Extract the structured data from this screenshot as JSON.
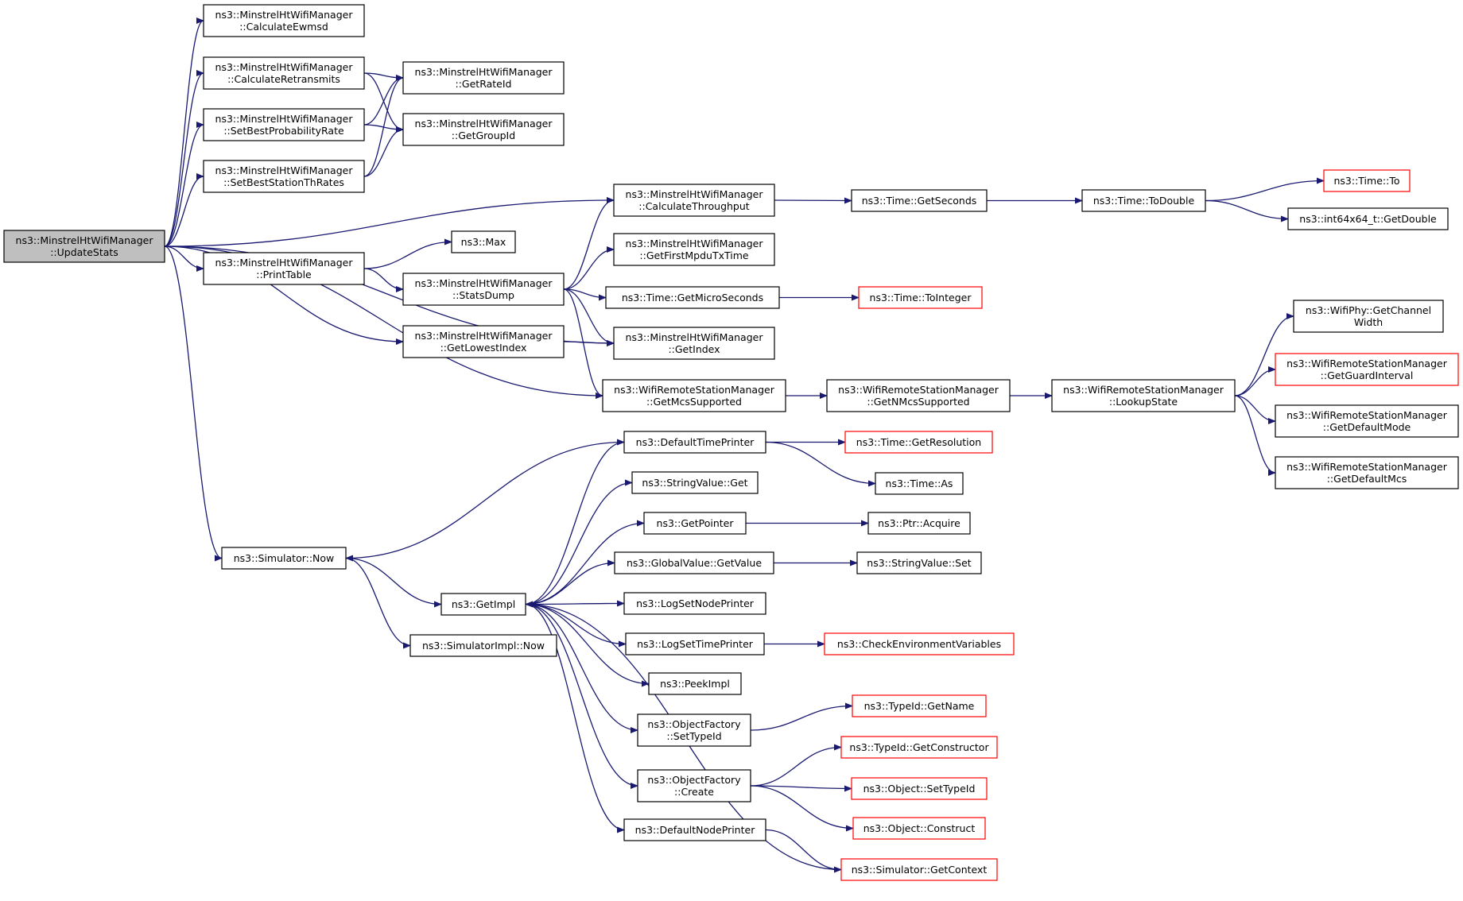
{
  "colors": {
    "edge": "#191970",
    "box_border": "#000000",
    "truncated_border": "#ff0000",
    "root_fill": "#bfbfbf",
    "fill": "#ffffff"
  },
  "nodes": [
    {
      "id": "updateStats",
      "lines": [
        "ns3::MinstrelHtWifiManager",
        "::UpdateStats"
      ],
      "root": true
    },
    {
      "id": "calcEwmsd",
      "lines": [
        "ns3::MinstrelHtWifiManager",
        "::CalculateEwmsd"
      ]
    },
    {
      "id": "calcRetransmits",
      "lines": [
        "ns3::MinstrelHtWifiManager",
        "::CalculateRetransmits"
      ]
    },
    {
      "id": "setBestProb",
      "lines": [
        "ns3::MinstrelHtWifiManager",
        "::SetBestProbabilityRate"
      ]
    },
    {
      "id": "setBestStation",
      "lines": [
        "ns3::MinstrelHtWifiManager",
        "::SetBestStationThRates"
      ]
    },
    {
      "id": "getRateId",
      "lines": [
        "ns3::MinstrelHtWifiManager",
        "::GetRateId"
      ]
    },
    {
      "id": "getGroupId",
      "lines": [
        "ns3::MinstrelHtWifiManager",
        "::GetGroupId"
      ]
    },
    {
      "id": "calcThroughput",
      "lines": [
        "ns3::MinstrelHtWifiManager",
        "::CalculateThroughput"
      ]
    },
    {
      "id": "timeGetSeconds",
      "lines": [
        "ns3::Time::GetSeconds"
      ]
    },
    {
      "id": "timeToDouble",
      "lines": [
        "ns3::Time::ToDouble"
      ]
    },
    {
      "id": "timeTo",
      "lines": [
        "ns3::Time::To"
      ],
      "truncated": true
    },
    {
      "id": "int64GetDouble",
      "lines": [
        "ns3::int64x64_t::GetDouble"
      ]
    },
    {
      "id": "printTable",
      "lines": [
        "ns3::MinstrelHtWifiManager",
        "::PrintTable"
      ]
    },
    {
      "id": "max",
      "lines": [
        "ns3::Max"
      ]
    },
    {
      "id": "statsDump",
      "lines": [
        "ns3::MinstrelHtWifiManager",
        "::StatsDump"
      ]
    },
    {
      "id": "getFirstMpdu",
      "lines": [
        "ns3::MinstrelHtWifiManager",
        "::GetFirstMpduTxTime"
      ]
    },
    {
      "id": "getMicroSeconds",
      "lines": [
        "ns3::Time::GetMicroSeconds"
      ]
    },
    {
      "id": "timeToInteger",
      "lines": [
        "ns3::Time::ToInteger"
      ],
      "truncated": true
    },
    {
      "id": "getLowestIndex",
      "lines": [
        "ns3::MinstrelHtWifiManager",
        "::GetLowestIndex"
      ]
    },
    {
      "id": "getIndex",
      "lines": [
        "ns3::MinstrelHtWifiManager",
        "::GetIndex"
      ]
    },
    {
      "id": "getMcsSupported",
      "lines": [
        "ns3::WifiRemoteStationManager",
        "::GetMcsSupported"
      ]
    },
    {
      "id": "getNMcsSupported",
      "lines": [
        "ns3::WifiRemoteStationManager",
        "::GetNMcsSupported"
      ]
    },
    {
      "id": "lookupState",
      "lines": [
        "ns3::WifiRemoteStationManager",
        "::LookupState"
      ]
    },
    {
      "id": "getChannelWidth",
      "lines": [
        "ns3::WifiPhy::GetChannel",
        "Width"
      ]
    },
    {
      "id": "getGuardInterval",
      "lines": [
        "ns3::WifiRemoteStationManager",
        "::GetGuardInterval"
      ],
      "truncated": true
    },
    {
      "id": "getDefaultMode",
      "lines": [
        "ns3::WifiRemoteStationManager",
        "::GetDefaultMode"
      ]
    },
    {
      "id": "getDefaultMcs",
      "lines": [
        "ns3::WifiRemoteStationManager",
        "::GetDefaultMcs"
      ]
    },
    {
      "id": "simulatorNow",
      "lines": [
        "ns3::Simulator::Now"
      ]
    },
    {
      "id": "getImpl",
      "lines": [
        "ns3::GetImpl"
      ]
    },
    {
      "id": "simulatorImplNow",
      "lines": [
        "ns3::SimulatorImpl::Now"
      ]
    },
    {
      "id": "defaultTimePrinter",
      "lines": [
        "ns3::DefaultTimePrinter"
      ]
    },
    {
      "id": "timeGetResolution",
      "lines": [
        "ns3::Time::GetResolution"
      ],
      "truncated": true
    },
    {
      "id": "timeAs",
      "lines": [
        "ns3::Time::As"
      ]
    },
    {
      "id": "stringValueGet",
      "lines": [
        "ns3::StringValue::Get"
      ]
    },
    {
      "id": "getPointer",
      "lines": [
        "ns3::GetPointer"
      ]
    },
    {
      "id": "ptrAcquire",
      "lines": [
        "ns3::Ptr::Acquire"
      ]
    },
    {
      "id": "globalValueGetValue",
      "lines": [
        "ns3::GlobalValue::GetValue"
      ]
    },
    {
      "id": "stringValueSet",
      "lines": [
        "ns3::StringValue::Set"
      ]
    },
    {
      "id": "logSetNodePrinter",
      "lines": [
        "ns3::LogSetNodePrinter"
      ]
    },
    {
      "id": "logSetTimePrinter",
      "lines": [
        "ns3::LogSetTimePrinter"
      ]
    },
    {
      "id": "checkEnvVars",
      "lines": [
        "ns3::CheckEnvironmentVariables"
      ],
      "truncated": true
    },
    {
      "id": "peekImpl",
      "lines": [
        "ns3::PeekImpl"
      ]
    },
    {
      "id": "ofSetTypeId",
      "lines": [
        "ns3::ObjectFactory",
        "::SetTypeId"
      ]
    },
    {
      "id": "typeIdGetName",
      "lines": [
        "ns3::TypeId::GetName"
      ],
      "truncated": true
    },
    {
      "id": "ofCreate",
      "lines": [
        "ns3::ObjectFactory",
        "::Create"
      ]
    },
    {
      "id": "typeIdGetConstructor",
      "lines": [
        "ns3::TypeId::GetConstructor"
      ],
      "truncated": true
    },
    {
      "id": "objectSetTypeId",
      "lines": [
        "ns3::Object::SetTypeId"
      ],
      "truncated": true
    },
    {
      "id": "objectConstruct",
      "lines": [
        "ns3::Object::Construct"
      ],
      "truncated": true
    },
    {
      "id": "defaultNodePrinter",
      "lines": [
        "ns3::DefaultNodePrinter"
      ]
    },
    {
      "id": "simulatorGetContext",
      "lines": [
        "ns3::Simulator::GetContext"
      ],
      "truncated": true
    }
  ],
  "edges": [
    [
      "updateStats",
      "calcEwmsd"
    ],
    [
      "updateStats",
      "calcRetransmits"
    ],
    [
      "updateStats",
      "setBestProb"
    ],
    [
      "updateStats",
      "setBestStation"
    ],
    [
      "updateStats",
      "calcThroughput"
    ],
    [
      "updateStats",
      "printTable"
    ],
    [
      "updateStats",
      "getLowestIndex"
    ],
    [
      "updateStats",
      "getIndex"
    ],
    [
      "updateStats",
      "getMcsSupported"
    ],
    [
      "updateStats",
      "simulatorNow"
    ],
    [
      "calcRetransmits",
      "getRateId"
    ],
    [
      "calcRetransmits",
      "getGroupId"
    ],
    [
      "setBestProb",
      "getRateId"
    ],
    [
      "setBestProb",
      "getGroupId"
    ],
    [
      "setBestStation",
      "getRateId"
    ],
    [
      "setBestStation",
      "getGroupId"
    ],
    [
      "calcThroughput",
      "timeGetSeconds"
    ],
    [
      "timeGetSeconds",
      "timeToDouble"
    ],
    [
      "timeToDouble",
      "timeTo"
    ],
    [
      "timeToDouble",
      "int64GetDouble"
    ],
    [
      "printTable",
      "max"
    ],
    [
      "printTable",
      "statsDump"
    ],
    [
      "statsDump",
      "calcThroughput"
    ],
    [
      "statsDump",
      "getFirstMpdu"
    ],
    [
      "statsDump",
      "getMicroSeconds"
    ],
    [
      "statsDump",
      "getIndex"
    ],
    [
      "statsDump",
      "getMcsSupported"
    ],
    [
      "getMicroSeconds",
      "timeToInteger"
    ],
    [
      "getLowestIndex",
      "getIndex"
    ],
    [
      "getMcsSupported",
      "getNMcsSupported"
    ],
    [
      "getNMcsSupported",
      "lookupState"
    ],
    [
      "lookupState",
      "getChannelWidth"
    ],
    [
      "lookupState",
      "getGuardInterval"
    ],
    [
      "lookupState",
      "getDefaultMode"
    ],
    [
      "lookupState",
      "getDefaultMcs"
    ],
    [
      "simulatorNow",
      "getImpl"
    ],
    [
      "simulatorNow",
      "simulatorImplNow"
    ],
    [
      "getImpl",
      "defaultTimePrinter"
    ],
    [
      "getImpl",
      "stringValueGet"
    ],
    [
      "getImpl",
      "getPointer"
    ],
    [
      "getImpl",
      "globalValueGetValue"
    ],
    [
      "getImpl",
      "logSetNodePrinter"
    ],
    [
      "getImpl",
      "logSetTimePrinter"
    ],
    [
      "getImpl",
      "peekImpl"
    ],
    [
      "getImpl",
      "ofSetTypeId"
    ],
    [
      "getImpl",
      "ofCreate"
    ],
    [
      "getImpl",
      "defaultNodePrinter"
    ],
    [
      "defaultTimePrinter",
      "simulatorNow"
    ],
    [
      "defaultTimePrinter",
      "timeGetResolution"
    ],
    [
      "defaultTimePrinter",
      "timeAs"
    ],
    [
      "getPointer",
      "ptrAcquire"
    ],
    [
      "globalValueGetValue",
      "stringValueSet"
    ],
    [
      "logSetTimePrinter",
      "checkEnvVars"
    ],
    [
      "ofSetTypeId",
      "typeIdGetName"
    ],
    [
      "ofCreate",
      "typeIdGetConstructor"
    ],
    [
      "ofCreate",
      "objectSetTypeId"
    ],
    [
      "ofCreate",
      "objectConstruct"
    ],
    [
      "defaultNodePrinter",
      "simulatorGetContext"
    ],
    [
      "simulatorGetContext",
      "getImpl"
    ]
  ]
}
